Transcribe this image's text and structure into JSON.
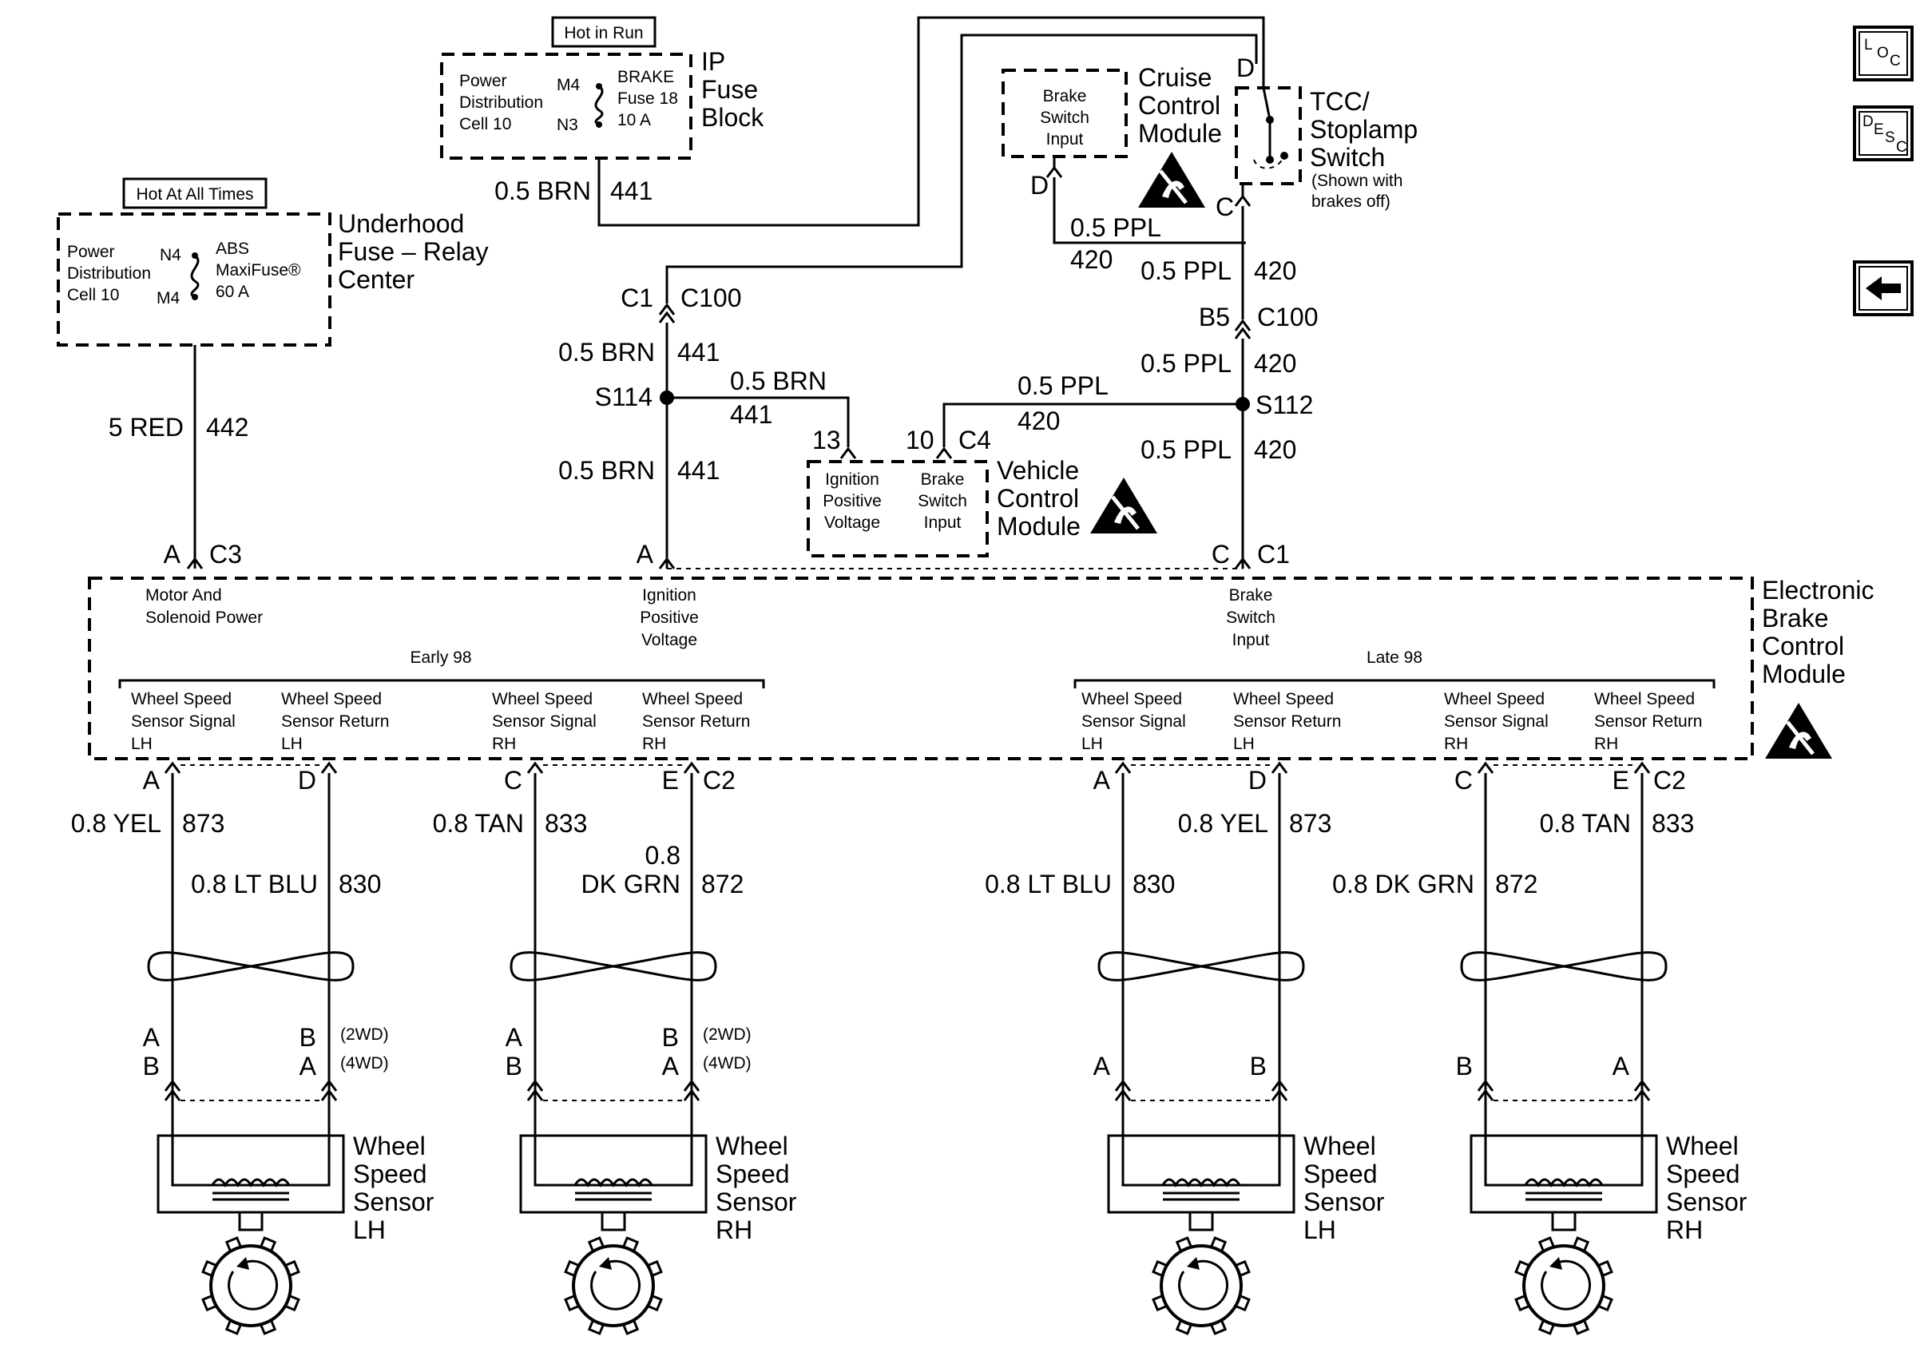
{
  "power": {
    "ip_fuse": {
      "tag": "Hot in Run",
      "left": [
        "Power",
        "Distribution",
        "Cell 10"
      ],
      "pins": [
        "M4",
        "N3"
      ],
      "fuse": [
        "BRAKE",
        "Fuse 18",
        "10 A"
      ],
      "title": [
        "IP",
        "Fuse",
        "Block"
      ]
    },
    "underhood": {
      "tag": "Hot At All Times",
      "left": [
        "Power",
        "Distribution",
        "Cell 10"
      ],
      "pins": [
        "N4",
        "M4"
      ],
      "fuse": [
        "ABS",
        "MaxiFuse®",
        "60 A"
      ],
      "title": [
        "Underhood",
        "Fuse – Relay",
        "Center"
      ]
    }
  },
  "cruise": {
    "input": [
      "Brake",
      "Switch",
      "Input"
    ],
    "title": [
      "Cruise",
      "Control",
      "Module"
    ],
    "pin": "D"
  },
  "tcc": {
    "title": [
      "TCC/",
      "Stoplamp",
      "Switch"
    ],
    "note": [
      "(Shown with",
      "brakes off)"
    ],
    "pin_top": "D",
    "pin_bottom": "C"
  },
  "vcm": {
    "inputs": [
      [
        "Ignition",
        "Positive",
        "Voltage"
      ],
      [
        "Brake",
        "Switch",
        "Input"
      ]
    ],
    "title": [
      "Vehicle",
      "Control",
      "Module"
    ],
    "pins": [
      "13",
      "10",
      "C4"
    ]
  },
  "ebcm": {
    "title": [
      "Electronic",
      "Brake",
      "Control",
      "Module"
    ],
    "power_inputs": [
      [
        "Motor And",
        "Solenoid Power"
      ],
      [
        "Ignition",
        "Positive",
        "Voltage"
      ],
      [
        "Brake",
        "Switch",
        "Input"
      ]
    ],
    "early_label": "Early 98",
    "late_label": "Late 98",
    "early_signals": [
      [
        "Wheel Speed",
        "Sensor Signal",
        "LH"
      ],
      [
        "Wheel Speed",
        "Sensor Return",
        "LH"
      ],
      [
        "Wheel Speed",
        "Sensor Signal",
        "RH"
      ],
      [
        "Wheel Speed",
        "Sensor Return",
        "RH"
      ]
    ],
    "late_signals": [
      [
        "Wheel Speed",
        "Sensor Signal",
        "LH"
      ],
      [
        "Wheel Speed",
        "Sensor Return",
        "LH"
      ],
      [
        "Wheel Speed",
        "Sensor Signal",
        "RH"
      ],
      [
        "Wheel Speed",
        "Sensor Return",
        "RH"
      ]
    ]
  },
  "connectors": {
    "brn_441_upper": [
      "0.5 BRN",
      "441"
    ],
    "c1_c100": [
      "C1",
      "C100"
    ],
    "brn_441_mid": [
      "0.5 BRN",
      "441"
    ],
    "s114": "S114",
    "branch_brn": [
      "0.5 BRN",
      "441"
    ],
    "brn_441_low": [
      "0.5 BRN",
      "441"
    ],
    "ppl_420_top": [
      "0.5 PPL",
      "420"
    ],
    "ppl_420_a": [
      "0.5 PPL",
      "420"
    ],
    "b5_c100": [
      "B5",
      "C100"
    ],
    "ppl_420_b": [
      "0.5 PPL",
      "420"
    ],
    "s112": "S112",
    "branch_ppl": [
      "0.5 PPL",
      "420"
    ],
    "ppl_420_c": [
      "0.5 PPL",
      "420"
    ],
    "red_442": [
      "5 RED",
      "442"
    ],
    "a_c3": [
      "A",
      "C3"
    ],
    "ign_a": "A",
    "c_c1": [
      "C",
      "C1"
    ]
  },
  "wires": {
    "early": [
      {
        "pin": "A",
        "label": "0.8 YEL",
        "num": "873"
      },
      {
        "pin": "D",
        "label": "0.8 LT BLU",
        "num": "830"
      },
      {
        "pin": "C",
        "label": "0.8 TAN",
        "num": "833"
      },
      {
        "pin": "E",
        "label": [
          "0.8",
          "DK GRN"
        ],
        "num": "872"
      }
    ],
    "late": [
      {
        "pin": "A",
        "label": "0.8 LT BLU",
        "num": "830"
      },
      {
        "pin": "D",
        "label": "0.8 YEL",
        "num": "873"
      },
      {
        "pin": "C",
        "label": "0.8 DK GRN",
        "num": "872"
      },
      {
        "pin": "E",
        "label": "0.8 TAN",
        "num": "833"
      }
    ],
    "c2": "C2",
    "drive_notes": [
      "(2WD)",
      "(4WD)"
    ],
    "sensor_pins_early": [
      [
        "A",
        "B"
      ],
      [
        "B",
        "A"
      ],
      [
        "A",
        "B"
      ],
      [
        "B",
        "A"
      ]
    ],
    "sensor_pins_late": [
      "A",
      "B",
      "B",
      "A"
    ]
  },
  "sensors": [
    [
      "Wheel",
      "Speed",
      "Sensor",
      "LH"
    ],
    [
      "Wheel",
      "Speed",
      "Sensor",
      "RH"
    ],
    [
      "Wheel",
      "Speed",
      "Sensor",
      "LH"
    ],
    [
      "Wheel",
      "Speed",
      "Sensor",
      "RH"
    ]
  ],
  "nav": {
    "loc": [
      "L",
      "O",
      "C"
    ],
    "desc": [
      "D",
      "E",
      "S",
      "C"
    ],
    "back_icon": "left-arrow-icon"
  }
}
